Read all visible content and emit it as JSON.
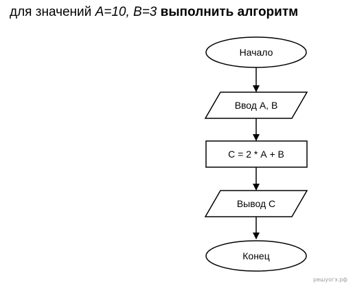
{
  "task": {
    "prefix": "для значений ",
    "values": "A=10, B=3",
    "action": "выполнить алгоритм"
  },
  "flowchart": {
    "start": "Начало",
    "input": "Ввод А, В",
    "process": "С = 2 * А + В",
    "output": "Вывод С",
    "end": "Конец"
  },
  "watermark": "решуогэ.рф"
}
